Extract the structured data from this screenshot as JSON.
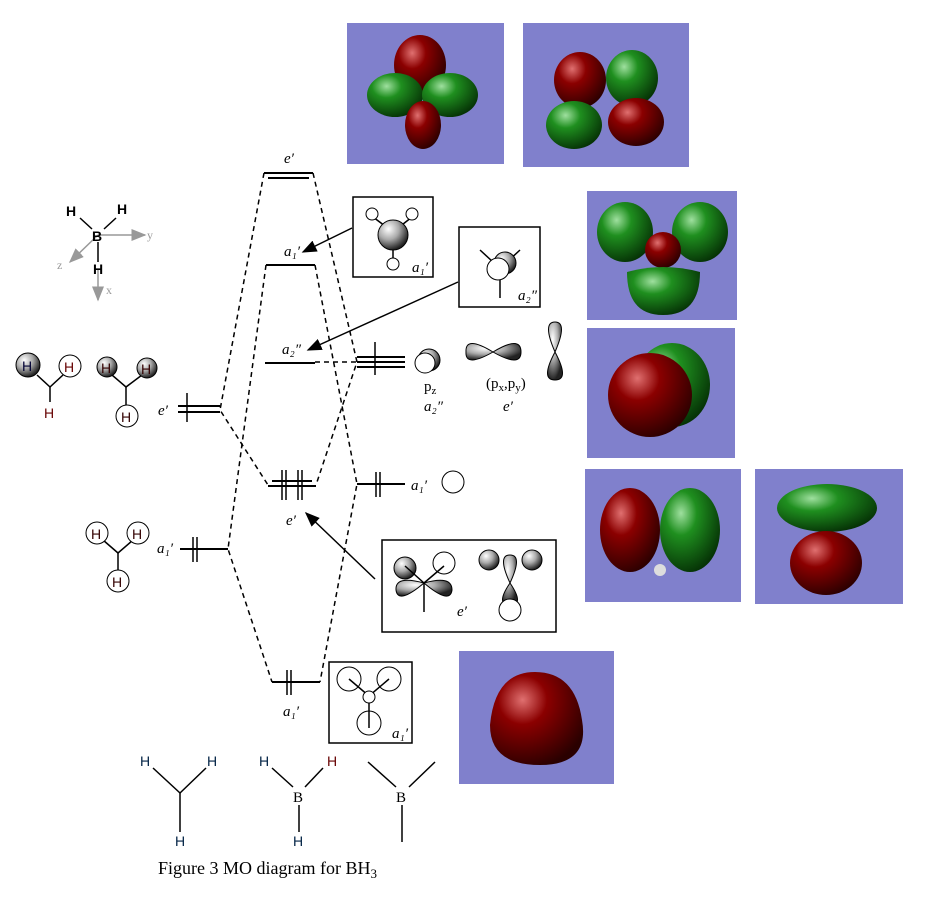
{
  "caption": {
    "prefix": "Figure 3 MO diagram for BH",
    "subscript": "3"
  },
  "colors": {
    "orbital_panel_bg": "#8080cc",
    "positive_lobe": "#8b0000",
    "negative_lobe": "#1f8f1f"
  },
  "axes": {
    "atom_center": "B",
    "atom_h": "H",
    "x": "x",
    "y": "y",
    "z": "z"
  },
  "mo_levels": {
    "top_e": "e′",
    "antibonding_a1": "a₁′",
    "nonbonding_a2": "a₂″",
    "bonding_e": "e′",
    "bonding_a1": "a₁′"
  },
  "h3_fragment": {
    "e_label": "e′",
    "a1_label": "a₁′",
    "atom": "H"
  },
  "boron": {
    "pz_label": "p",
    "pz_sub": "z",
    "pz_sym": "a₂″",
    "pxy_label_open": "(p",
    "px_sub": "x",
    "pxy_comma": ",p",
    "py_sub": "y",
    "pxy_label_close": ")",
    "pxy_sym": "e′",
    "s_sym": "a₁′"
  },
  "inset_boxes": {
    "a1_anti": "a₁′",
    "a2": "a₂″",
    "e_bond": "e′",
    "a1_bond": "a₁′"
  },
  "bottom_structures": {
    "h": "H",
    "b": "B"
  }
}
